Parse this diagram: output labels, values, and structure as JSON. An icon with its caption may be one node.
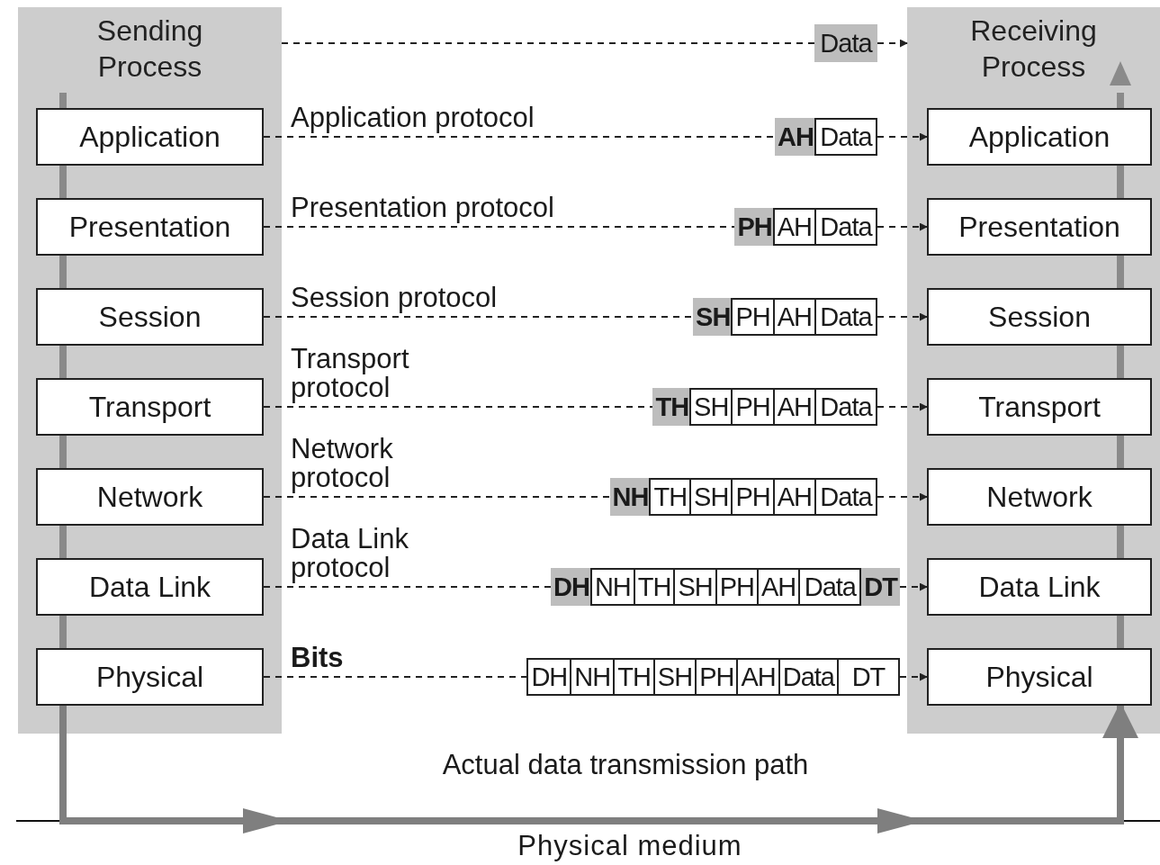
{
  "diagram": {
    "nodes": [
      {
        "text": [
          "Sending Process"
        ]
      },
      {
        "text": [
          "Application"
        ],
        "in": 0
      },
      {
        "text": [
          "Presentation"
        ],
        "in": 0
      },
      {
        "text": [
          "Session"
        ],
        "in": 0
      },
      {
        "text": [
          "Transport"
        ],
        "in": 0
      },
      {
        "text": [
          "Network"
        ],
        "in": 0
      },
      {
        "text": [
          "Data Link"
        ],
        "in": 0
      },
      {
        "text": [
          "Physical"
        ],
        "in": 0
      },
      {
        "text": [
          "Receiving Process"
        ]
      },
      {
        "text": [
          "Application"
        ],
        "in": 8
      },
      {
        "text": [
          "Presentation"
        ],
        "in": 8
      },
      {
        "text": [
          "Session"
        ],
        "in": 8
      },
      {
        "text": [
          "Transport"
        ],
        "in": 8
      },
      {
        "text": [
          "Network"
        ],
        "in": 8
      },
      {
        "text": [
          "Data Link"
        ],
        "in": 8
      },
      {
        "text": [
          "Physical"
        ],
        "in": 8
      },
      {
        "text": [
          "Data"
        ]
      },
      {
        "text": [
          "AH",
          "Data"
        ]
      },
      {
        "text": [
          "PH",
          "AH",
          "Data"
        ]
      },
      {
        "text": [
          "SH",
          "PH",
          "AH",
          "Data"
        ]
      },
      {
        "text": [
          "TH",
          "SH",
          "PH",
          "AH",
          "Data"
        ]
      },
      {
        "text": [
          "NH",
          "TH",
          "SH",
          "PH",
          "AH",
          "Data"
        ]
      },
      {
        "text": [
          "DH",
          "NH",
          "TH",
          "SH",
          "PH",
          "AH",
          "Data",
          "DT"
        ]
      },
      {
        "text": [
          "DH",
          "NH",
          "TH",
          "SH",
          "PH",
          "AH",
          "Data",
          "DT"
        ]
      }
    ],
    "edges": [
      {
        "from": 0,
        "to": 16,
        "arrow": "none",
        "style": "dashed"
      },
      {
        "from": 16,
        "to": 8,
        "arrow": "to",
        "style": "dashed"
      },
      {
        "from": 1,
        "to": 17,
        "arrow": "none",
        "style": "dashed",
        "label": "Application protocol"
      },
      {
        "from": 17,
        "to": 9,
        "arrow": "to",
        "style": "dashed"
      },
      {
        "from": 2,
        "to": 18,
        "arrow": "none",
        "style": "dashed",
        "label": "Presentation protocol"
      },
      {
        "from": 18,
        "to": 10,
        "arrow": "to",
        "style": "dashed"
      },
      {
        "from": 3,
        "to": 19,
        "arrow": "none",
        "style": "dashed",
        "label": "Session protocol"
      },
      {
        "from": 19,
        "to": 11,
        "arrow": "to",
        "style": "dashed"
      },
      {
        "from": 4,
        "to": 20,
        "arrow": "none",
        "style": "dashed",
        "label": "Transport protocol"
      },
      {
        "from": 20,
        "to": 12,
        "arrow": "to",
        "style": "dashed"
      },
      {
        "from": 5,
        "to": 21,
        "arrow": "none",
        "style": "dashed",
        "label": "Network protocol"
      },
      {
        "from": 21,
        "to": 13,
        "arrow": "to",
        "style": "dashed"
      },
      {
        "from": 6,
        "to": 22,
        "arrow": "none",
        "style": "dashed",
        "label": "Data Link protocol"
      },
      {
        "from": 22,
        "to": 14,
        "arrow": "to",
        "style": "dashed"
      },
      {
        "from": 7,
        "to": 23,
        "arrow": "none",
        "style": "dashed",
        "label": "Bits"
      },
      {
        "from": 23,
        "to": 15,
        "arrow": "to",
        "style": "dashed"
      },
      {
        "from": 7,
        "to": 15,
        "arrow": "to",
        "style": "thick",
        "color": "#7f7f7f",
        "label": "Actual data transmission path"
      }
    ],
    "labels": [
      "Physical medium"
    ]
  }
}
